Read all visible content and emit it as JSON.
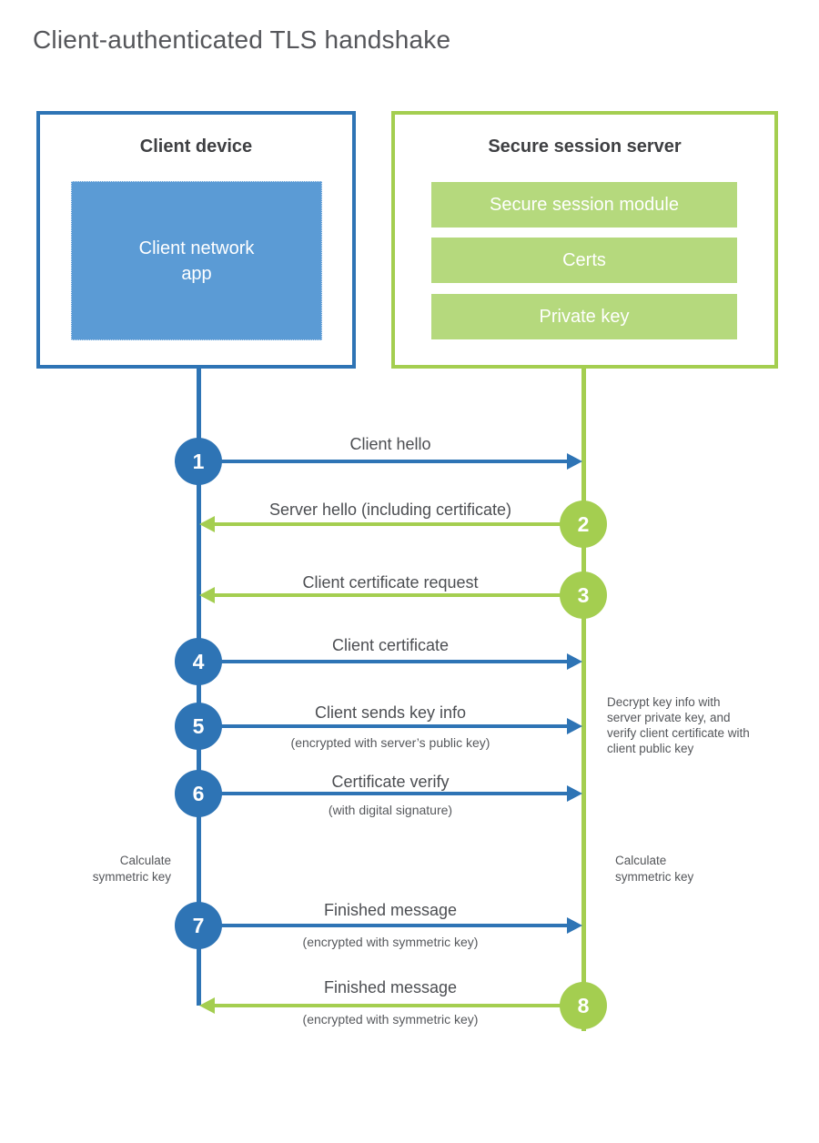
{
  "page": {
    "title": "Client-authenticated TLS handshake"
  },
  "client": {
    "title": "Client device",
    "app": "Client network app"
  },
  "server": {
    "title": "Secure session server",
    "modules": [
      "Secure session module",
      "Certs",
      "Private key"
    ]
  },
  "steps": [
    {
      "number": "1",
      "label": "Client hello"
    },
    {
      "number": "2",
      "label": "Server hello (including certificate)"
    },
    {
      "number": "3",
      "label": "Client certificate request"
    },
    {
      "number": "4",
      "label": "Client certificate"
    },
    {
      "number": "5",
      "label": "Client sends key info",
      "sub": "(encrypted with server’s public key)"
    },
    {
      "number": "6",
      "label": "Certificate verify",
      "sub": "(with digital signature)"
    },
    {
      "number": "7",
      "label": "Finished message",
      "sub": "(encrypted with symmetric key)"
    },
    {
      "number": "8",
      "label": "Finished message",
      "sub": "(encrypted with symmetric key)"
    }
  ],
  "notes": {
    "server_note": "Decrypt key info with server private key, and verify client certificate with client public key",
    "client_calculate": "Calculate symmetric key",
    "server_calculate": "Calculate symmetric key"
  },
  "colors": {
    "blue": "#2e74b5",
    "blue_fill": "#5b9bd5",
    "green": "#a4ce50",
    "green_fill": "#b5d97d"
  }
}
